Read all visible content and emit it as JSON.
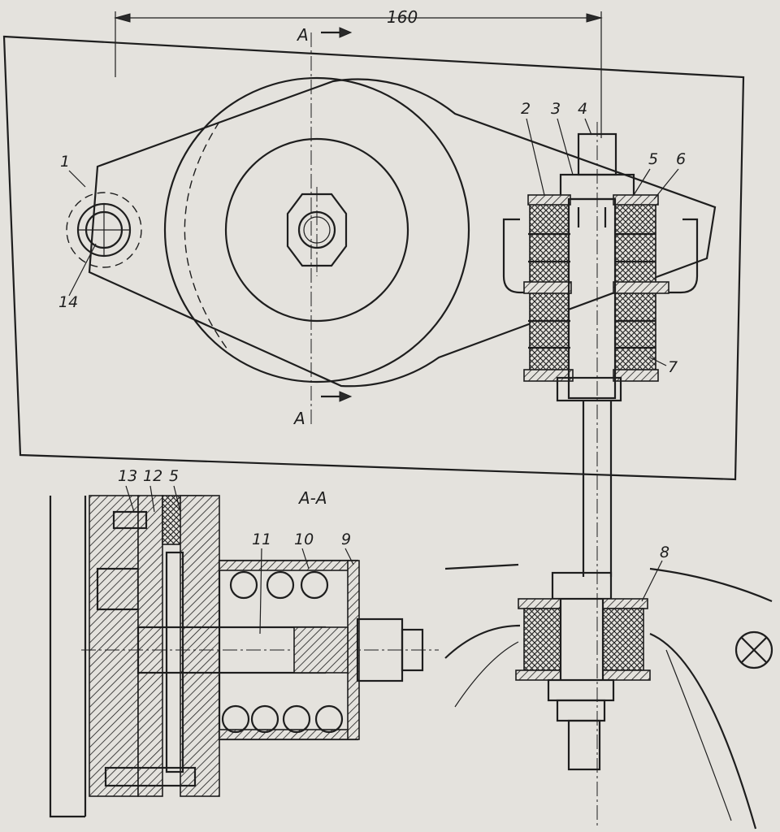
{
  "drawing": {
    "dimension": "160",
    "section_marks": [
      "A",
      "A",
      "A",
      "A"
    ],
    "section_title": "A-A",
    "callouts": [
      "1",
      "2",
      "3",
      "4",
      "5",
      "6",
      "7",
      "8",
      "9",
      "10",
      "11",
      "12",
      "13",
      "14",
      "5"
    ]
  },
  "colors": {
    "paper": "#e4e2dd",
    "ink": "#1e1e1e"
  }
}
